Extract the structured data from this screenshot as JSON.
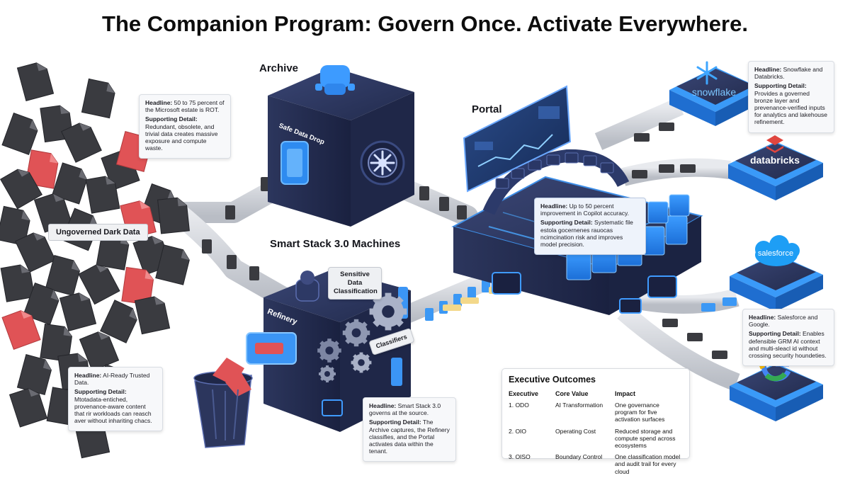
{
  "title": "The Companion Program: Govern Once. Activate Everywhere.",
  "labels": {
    "archive": "Archive",
    "portal": "Portal",
    "smart_stack": "Smart Stack 3.0 Machines",
    "ungoverned": "Ungoverned Dark Data",
    "safe_drop": "Safe Data Drop",
    "refinery": "Refinery",
    "classifiers": "Classifiers",
    "sensitive": "Sensitive Data Classification"
  },
  "destinations": {
    "snowflake": "snowflake",
    "databricks": "databricks",
    "salesforce": "salesforce"
  },
  "callouts": {
    "rot": {
      "headline_label": "Headline:",
      "headline": "50 to 75 percent of the Microsoft estate is ROT.",
      "detail_label": "Supporting Detail:",
      "detail": "Redundant, obsolete, and trivial data creates massive exposure and compute waste."
    },
    "copilot": {
      "headline_label": "Headline:",
      "headline": "Up to 50 percent improvement in Copilot accuracy.",
      "detail_label": "Supporting Detail:",
      "detail": "Systematic file estola gocernenes rauocas ncimcination risk and improves model precision."
    },
    "snowdb": {
      "headline_label": "Headline:",
      "headline": "Snowflake and Databricks.",
      "detail_label": "Supporting Detail:",
      "detail": "Provides a governed bronze layer and prevenance-verified inputs for analytics and lakehouse refinement."
    },
    "sfgoogle": {
      "headline_label": "Headline:",
      "headline": "Salesforce and Google.",
      "detail_label": "Supporting Detail:",
      "detail": "Enables defensible GRM AI context and multi-sleacl id without crossing security houndeties."
    },
    "trusted": {
      "headline_label": "Headline:",
      "headline": "AI-Ready Trusted Data.",
      "detail_label": "Supporting Detail:",
      "detail": "Mtotadata-entiched, provenance-aware content that rir workloads can reasch aver without inhariting chacs."
    },
    "source": {
      "headline_label": "Headline:",
      "headline": "Smart Stack 3.0 governs at the source.",
      "detail_label": "Supporting Detail:",
      "detail": "The Archive captures, the Refinery classifies, and the Portal activates data within the tenant."
    }
  },
  "outcomes": {
    "title": "Executive Outcomes",
    "headers": [
      "Executive",
      "Core Value",
      "Impact"
    ],
    "rows": [
      {
        "exec": "1.  ODO",
        "value": "AI Transformation",
        "impact": "One governance program for five activation surfaces"
      },
      {
        "exec": "2.  OIO",
        "value": "Operating Cost",
        "impact": "Reduced storage and compute spend across ecosystems"
      },
      {
        "exec": "3.  OISO",
        "value": "Boundary Control",
        "impact": "One classification model and audit trail for every cloud"
      }
    ]
  },
  "colors": {
    "navy": "#283255",
    "navy_dark": "#1b2342",
    "blue": "#2f8ff0",
    "blue_light": "#5fb2ff",
    "red": "#e05356",
    "doc_dark": "#3a3b40"
  },
  "icons": [
    "document-icon",
    "robot-icon",
    "vault-dial-icon",
    "gear-icon",
    "trash-bin-icon",
    "snowflake-icon",
    "databricks-icon",
    "google-icon",
    "salesforce-cloud-icon",
    "monitor-icon"
  ]
}
